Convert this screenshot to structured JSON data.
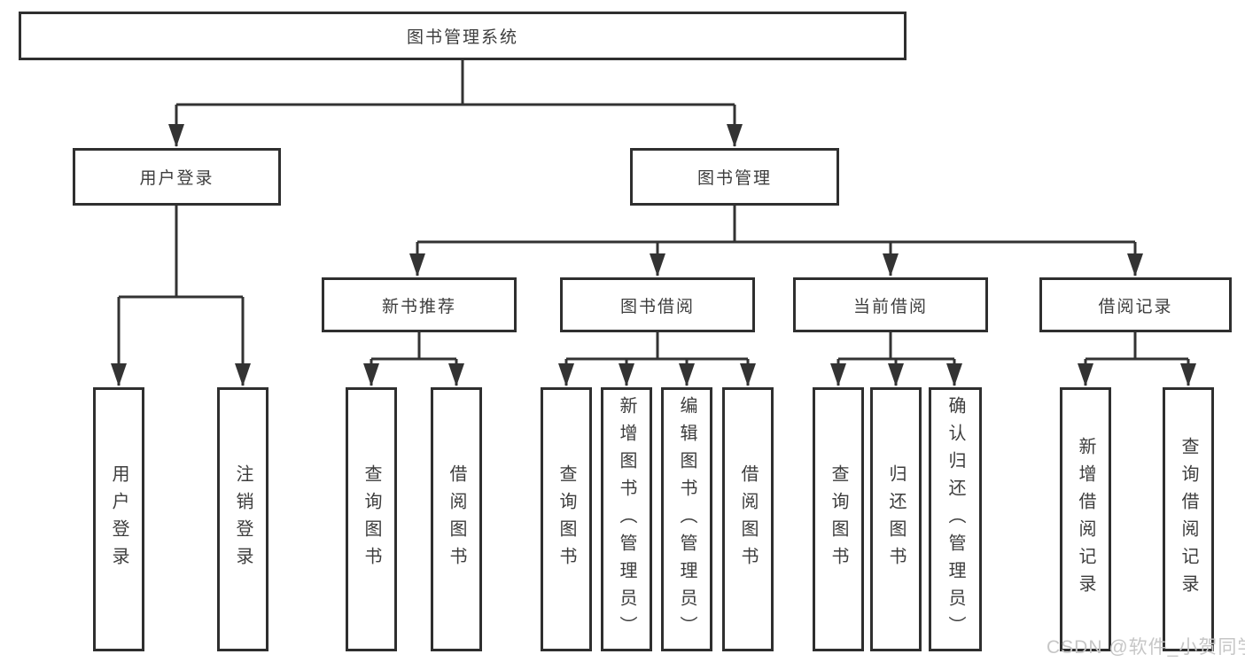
{
  "tree": {
    "root": {
      "label": "图书管理系统"
    },
    "branches": [
      {
        "label": "用户登录",
        "children": [
          {
            "label": "用户登录"
          },
          {
            "label": "注销登录"
          }
        ]
      },
      {
        "label": "图书管理",
        "children": [
          {
            "label": "新书推荐",
            "children": [
              {
                "label": "查询图书"
              },
              {
                "label": "借阅图书"
              }
            ]
          },
          {
            "label": "图书借阅",
            "children": [
              {
                "label": "查询图书"
              },
              {
                "label": "新增图书（管理员）"
              },
              {
                "label": "编辑图书（管理员）"
              },
              {
                "label": "借阅图书"
              }
            ]
          },
          {
            "label": "当前借阅",
            "children": [
              {
                "label": "查询图书"
              },
              {
                "label": "归还图书"
              },
              {
                "label": "确认归还（管理员）"
              }
            ]
          },
          {
            "label": "借阅记录",
            "children": [
              {
                "label": "新增借阅记录"
              },
              {
                "label": "查询借阅记录"
              }
            ]
          }
        ]
      }
    ]
  },
  "watermark": {
    "text": "CSDN @软件_小贺同学"
  },
  "colors": {
    "line": "#333333",
    "border": "#2f2f2f",
    "text": "#3d3d3d",
    "watermark": "#c6c6c6",
    "background": "#ffffff"
  }
}
